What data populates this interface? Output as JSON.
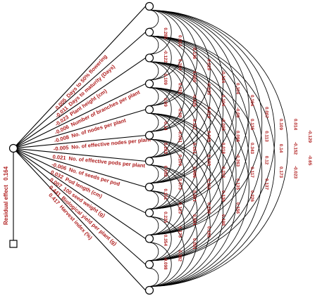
{
  "diagram": {
    "residual_label": "Residual effect",
    "residual_value": "0.164",
    "traits": [
      {
        "name": "Days to 50% flowering",
        "effect": "0.005"
      },
      {
        "name": "Days to maturity (Days)",
        "effect": "-0.011"
      },
      {
        "name": "Plant height (cm)",
        "effect": "-0.023"
      },
      {
        "name": "Number of branches per plant",
        "effect": "-0.006"
      },
      {
        "name": "No. of nodes per plant",
        "effect": "-0.008"
      },
      {
        "name": "No. of effective nodes per plant",
        "effect": "-0.005"
      },
      {
        "name": "No. of effective pods per plant",
        "effect": "0.021"
      },
      {
        "name": "No. of seeds per pod",
        "effect": "-0.006"
      },
      {
        "name": "Pod length (cm)",
        "effect": "0.032"
      },
      {
        "name": "100 seed weight (g)",
        "effect": "0.007"
      },
      {
        "name": "Biological yield per plant (g)",
        "effect": "0.441"
      },
      {
        "name": "Harvest index (%)",
        "effect": "0.417"
      }
    ],
    "correlation_columns": [
      [
        "0.285",
        "-0.122",
        "0.109",
        "0.09",
        "-0.14",
        "0.282",
        "0.052",
        "0.151",
        "0.225",
        "0.354",
        "-0.098"
      ],
      [
        "0.014",
        "0.104",
        "0.021",
        "-0.09",
        "-0.001",
        "0.109",
        "0.073",
        "0.123",
        "0.175",
        "0.382"
      ],
      [
        "-0.136",
        "0.099",
        "-0.026",
        "0.117",
        "0.161",
        "0.066",
        "0.091",
        "0.091",
        "0.091"
      ],
      [
        "0.019",
        "-0.023",
        "0.014",
        "0.005",
        "0.105",
        "0.112",
        "0.226",
        "0.182"
      ],
      [
        "-0.124",
        "0.104",
        "-0.095",
        "0.018",
        "0.253",
        "0.136",
        "0.198"
      ],
      [
        "0.104",
        "-0.09",
        "0.096",
        "-0.263",
        "0.135",
        "0.156"
      ],
      [
        "0.164",
        "0.135",
        "0.343",
        "0.117",
        "0.226"
      ],
      [
        "0.007",
        "0.113",
        "0.12",
        "0.137"
      ],
      [
        "0.109",
        "0.14",
        "0.173"
      ],
      [
        "0.014",
        "-0.152",
        "-0.023"
      ],
      [
        "-0.129",
        "-0.65"
      ]
    ]
  }
}
